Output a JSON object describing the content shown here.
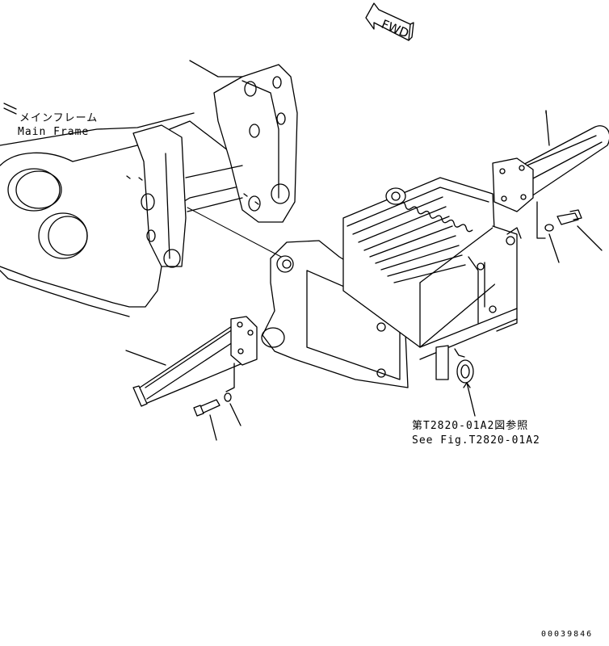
{
  "direction_marker": {
    "text": "FWD"
  },
  "labels": {
    "main_frame_jp": "メインフレーム",
    "main_frame_en": "Main Frame",
    "reference_jp": "第T2820-01A2図参照",
    "reference_en": "See Fig.T2820-01A2"
  },
  "figure_code": "00039846"
}
